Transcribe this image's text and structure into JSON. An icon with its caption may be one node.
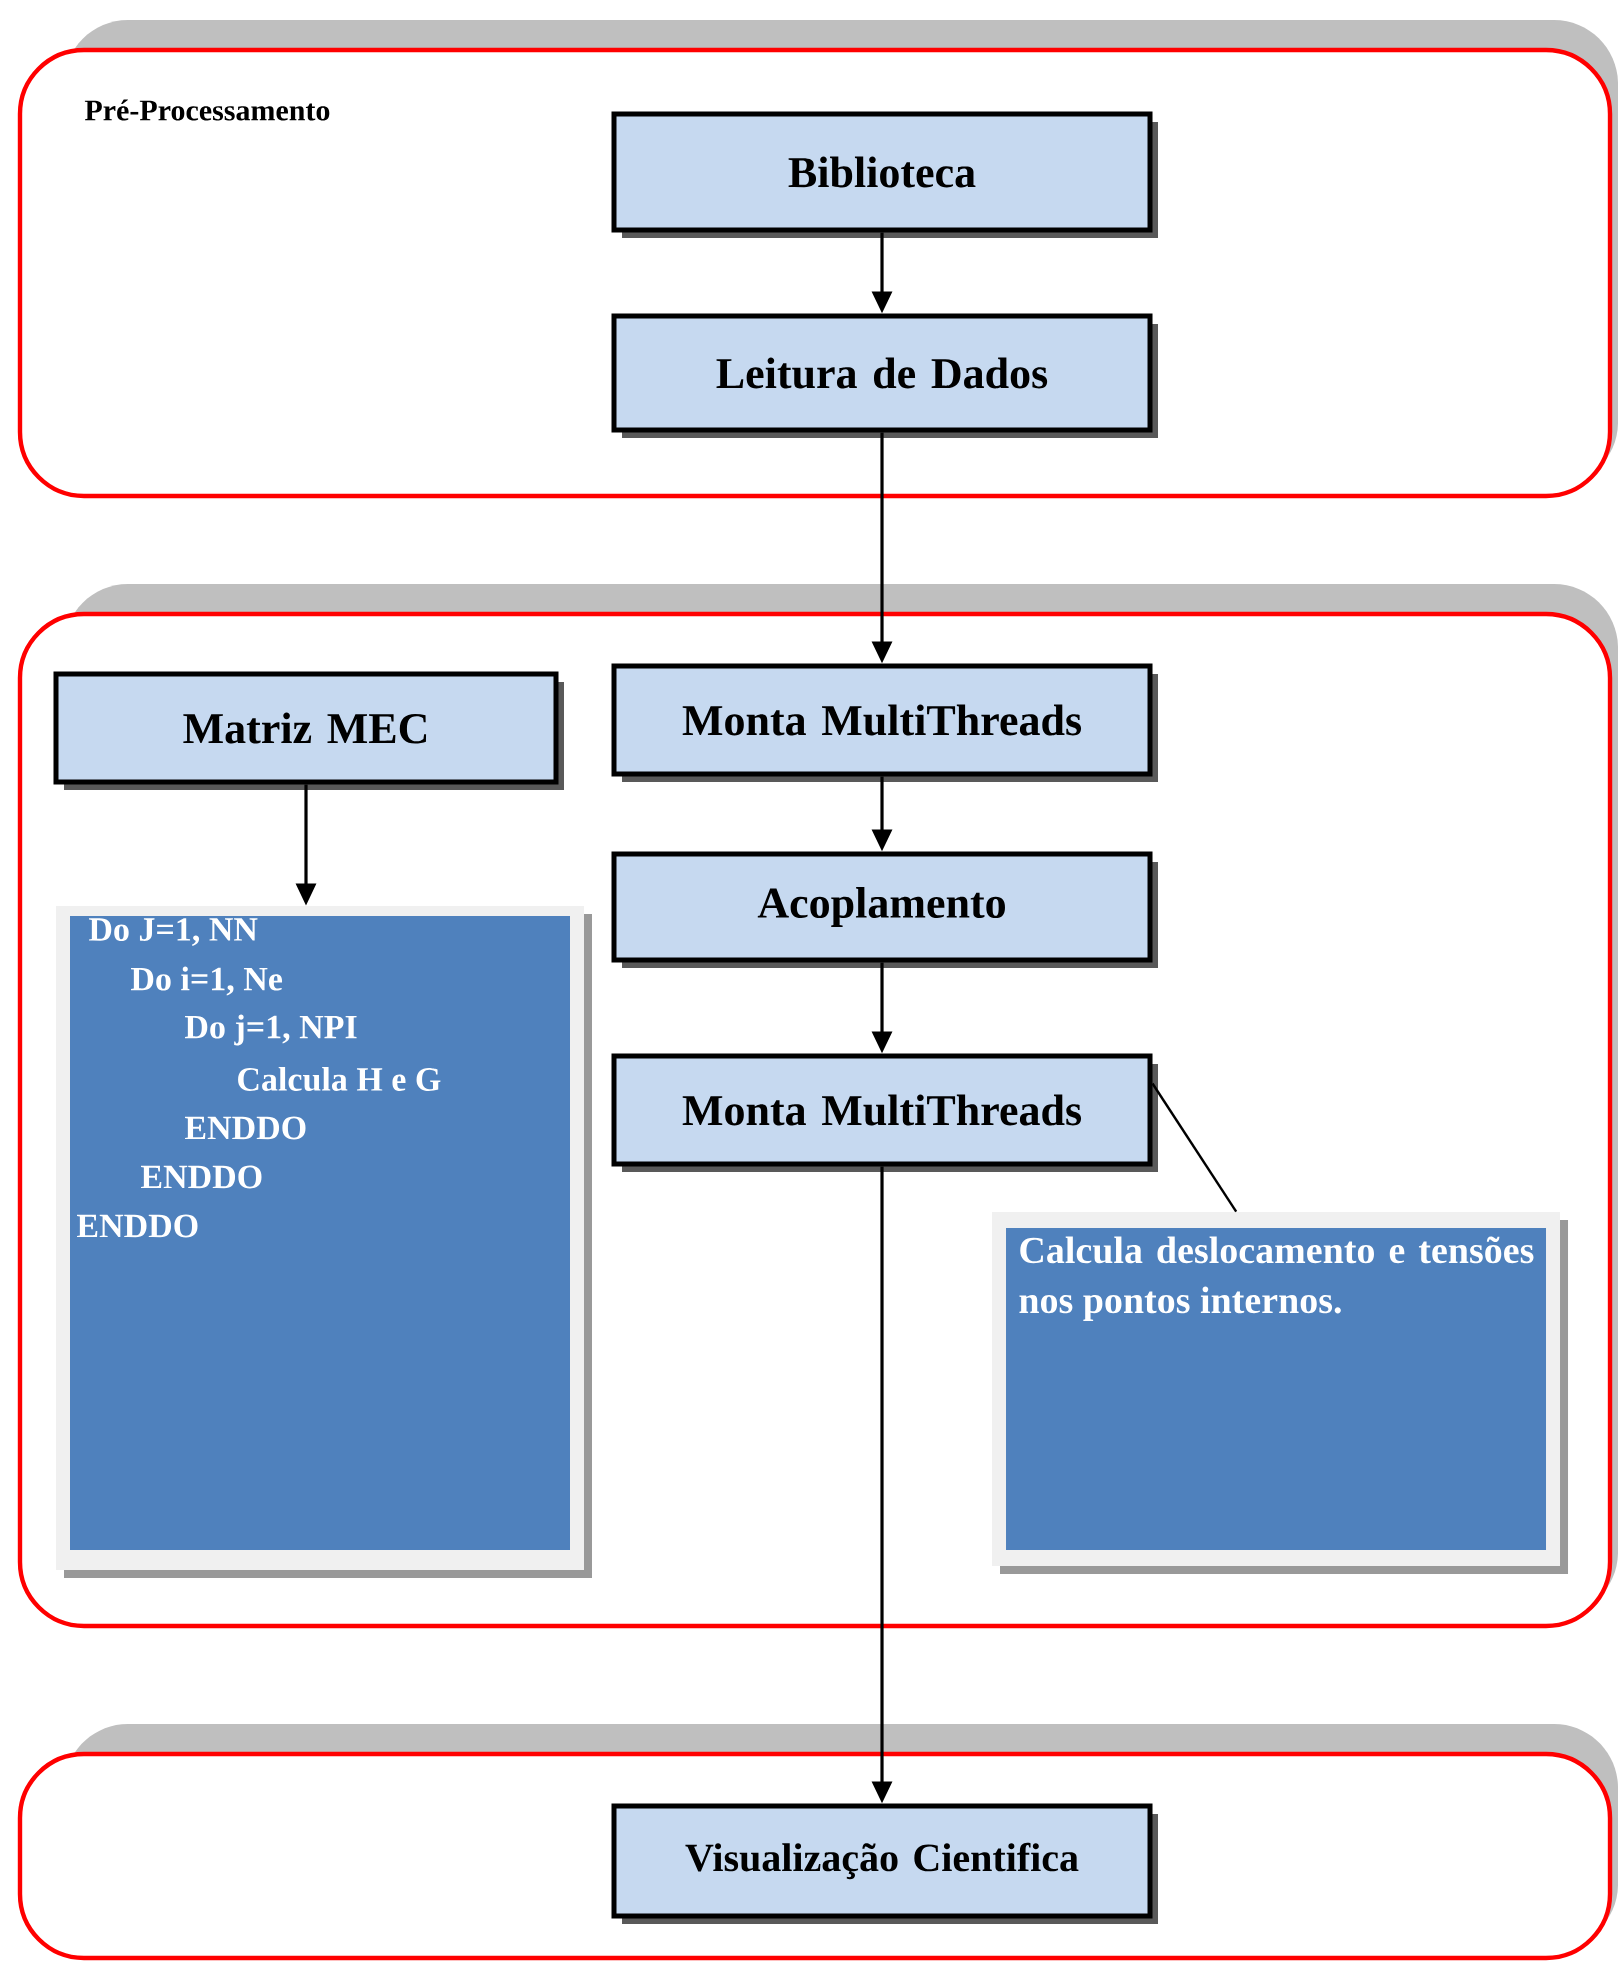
{
  "diagram": {
    "nodes": [
      {
        "text": [
          "Pré-Processamento"
        ]
      },
      {
        "text": [
          "Biblioteca"
        ],
        "in": 0
      },
      {
        "text": [
          "Leitura de Dados"
        ],
        "in": 0
      },
      {
        "text": [],
        "shape": "box"
      },
      {
        "text": [
          "Matriz MEC"
        ],
        "in": 3
      },
      {
        "text": [
          "Do J=1, NN",
          "Do i=1, Ne",
          "Do j=1, NPI",
          "Calcula H e G",
          "ENDDO",
          "ENDDO",
          "ENDDO"
        ],
        "in": 3
      },
      {
        "text": [
          "Monta MultiThreads"
        ],
        "in": 3
      },
      {
        "text": [
          "Acoplamento"
        ],
        "in": 3
      },
      {
        "text": [
          "Monta MultiThreads"
        ],
        "in": 3
      },
      {
        "text": [
          "Calcula deslocamento e tensões nos pontos internos."
        ],
        "in": 3
      },
      {
        "text": [],
        "shape": "box"
      },
      {
        "text": [
          "Visualização Cientifica"
        ],
        "in": 10
      }
    ],
    "edges": [
      {
        "from": 1,
        "to": 2,
        "arrow": "to"
      },
      {
        "from": 2,
        "to": 6,
        "arrow": "to"
      },
      {
        "from": 4,
        "to": 5,
        "arrow": "to"
      },
      {
        "from": 6,
        "to": 7,
        "arrow": "to"
      },
      {
        "from": 7,
        "to": 8,
        "arrow": "to"
      },
      {
        "from": 8,
        "to": 9,
        "arrow": "none"
      },
      {
        "from": 8,
        "to": 11,
        "arrow": "to"
      }
    ]
  }
}
